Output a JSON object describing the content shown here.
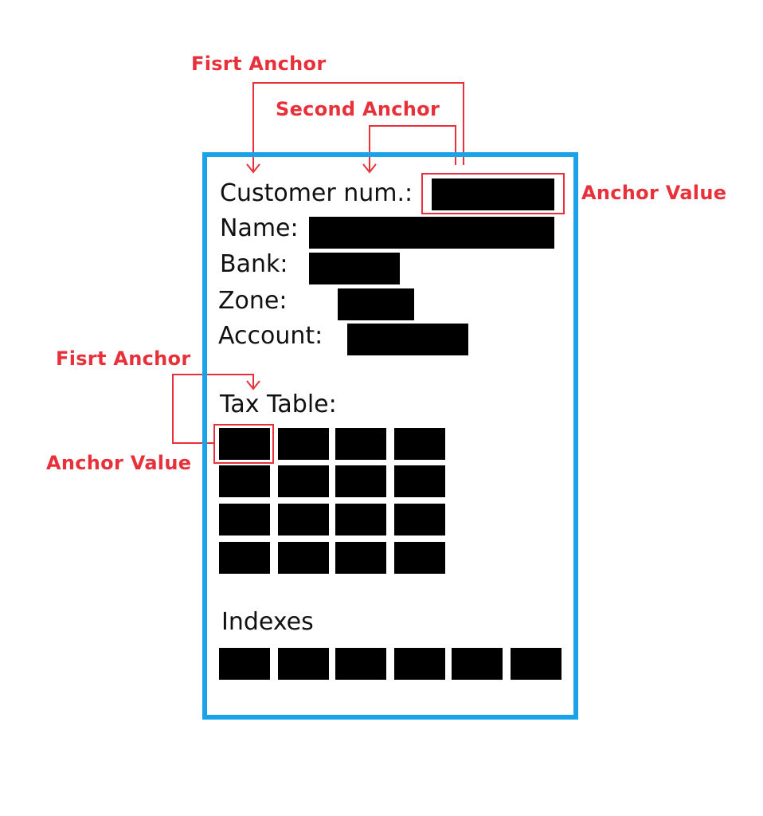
{
  "annotations": {
    "first_anchor_top": "Fisrt Anchor",
    "second_anchor": "Second Anchor",
    "anchor_value_top": "Anchor Value",
    "first_anchor_table": "Fisrt Anchor",
    "anchor_value_table": "Anchor Value"
  },
  "form": {
    "customer_num_label": "Customer num.:",
    "name_label": "Name:",
    "bank_label": "Bank:",
    "zone_label": "Zone:",
    "account_label": "Account:",
    "tax_table_label": "Tax Table:",
    "indexes_label": "Indexes"
  },
  "colors": {
    "frame": "#1aa3e8",
    "annotation": "#e8303a",
    "redaction": "#000000"
  }
}
